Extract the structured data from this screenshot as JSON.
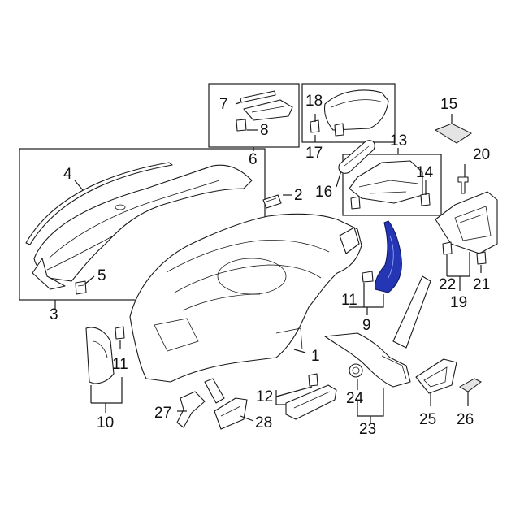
{
  "diagram": {
    "highlight_color": "#2436b3",
    "highlighted_part": "9",
    "callouts": [
      {
        "id": "c1",
        "text": "1"
      },
      {
        "id": "c2",
        "text": "2"
      },
      {
        "id": "c3",
        "text": "3"
      },
      {
        "id": "c4",
        "text": "4"
      },
      {
        "id": "c5",
        "text": "5"
      },
      {
        "id": "c6",
        "text": "6"
      },
      {
        "id": "c7",
        "text": "7"
      },
      {
        "id": "c8",
        "text": "8"
      },
      {
        "id": "c9",
        "text": "9"
      },
      {
        "id": "c10",
        "text": "10"
      },
      {
        "id": "c11a",
        "text": "11"
      },
      {
        "id": "c11b",
        "text": "11"
      },
      {
        "id": "c12",
        "text": "12"
      },
      {
        "id": "c13",
        "text": "13"
      },
      {
        "id": "c14",
        "text": "14"
      },
      {
        "id": "c15",
        "text": "15"
      },
      {
        "id": "c16",
        "text": "16"
      },
      {
        "id": "c17",
        "text": "17"
      },
      {
        "id": "c18",
        "text": "18"
      },
      {
        "id": "c19",
        "text": "19"
      },
      {
        "id": "c20",
        "text": "20"
      },
      {
        "id": "c21",
        "text": "21"
      },
      {
        "id": "c22",
        "text": "22"
      },
      {
        "id": "c23",
        "text": "23"
      },
      {
        "id": "c24",
        "text": "24"
      },
      {
        "id": "c25",
        "text": "25"
      },
      {
        "id": "c26",
        "text": "26"
      },
      {
        "id": "c27",
        "text": "27"
      },
      {
        "id": "c28",
        "text": "28"
      }
    ]
  }
}
